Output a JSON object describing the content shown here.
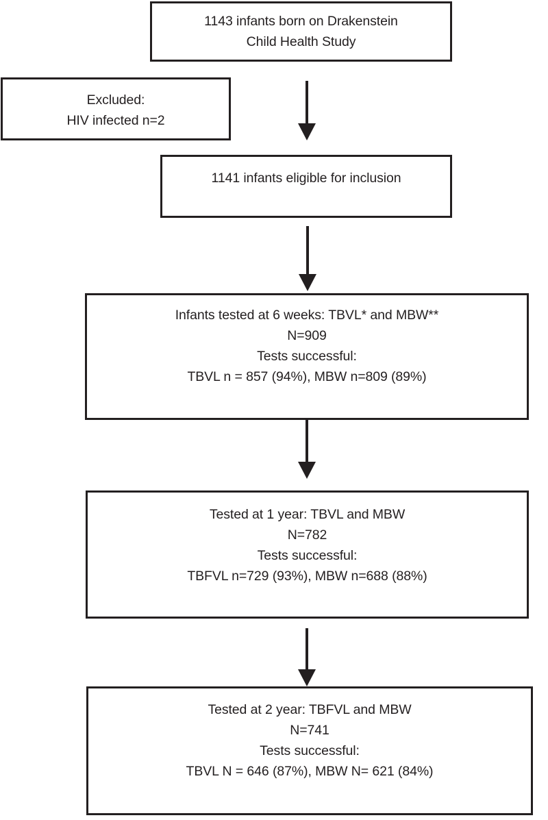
{
  "diagram": {
    "title": "Participant flow diagram",
    "line_color": "#231f20",
    "background": "#ffffff",
    "boxes": [
      {
        "id": "origin",
        "name": "births-box",
        "lines": [
          "1143 infants born on Drakenstein",
          "Child Health Study"
        ]
      },
      {
        "id": "excluded",
        "name": "excluded-box",
        "lines": [
          "Excluded:",
          "HIV infected n=2"
        ]
      },
      {
        "id": "eligible",
        "name": "eligible-box",
        "lines": [
          "1141 infants eligible for inclusion"
        ]
      },
      {
        "id": "six_weeks",
        "name": "tested-6-weeks-box",
        "lines": [
          "Infants tested at 6 weeks: TBVL* and MBW**",
          "N=909",
          "Tests successful:",
          "TBVL n = 857 (94%), MBW n=809 (89%)"
        ]
      },
      {
        "id": "one_year",
        "name": "tested-1-year-box",
        "lines": [
          "Tested at 1 year: TBVL and MBW",
          "N=782",
          "Tests successful:",
          "TBFVL n=729 (93%), MBW n=688 (88%)"
        ]
      },
      {
        "id": "two_year",
        "name": "tested-2-year-box",
        "lines": [
          "Tested at 2 year: TBFVL and MBW",
          "N=741",
          "Tests successful:",
          "TBVL N = 646 (87%), MBW N= 621 (84%)"
        ]
      }
    ],
    "arrows": [
      {
        "id": "arrow_1",
        "name": "arrow-births-to-eligible",
        "direction": "down"
      },
      {
        "id": "arrow_2",
        "name": "arrow-eligible-to-6-weeks",
        "direction": "down"
      },
      {
        "id": "arrow_3",
        "name": "arrow-6-weeks-to-1-year",
        "direction": "down"
      },
      {
        "id": "arrow_4",
        "name": "arrow-1-year-to-2-year",
        "direction": "down"
      }
    ]
  }
}
